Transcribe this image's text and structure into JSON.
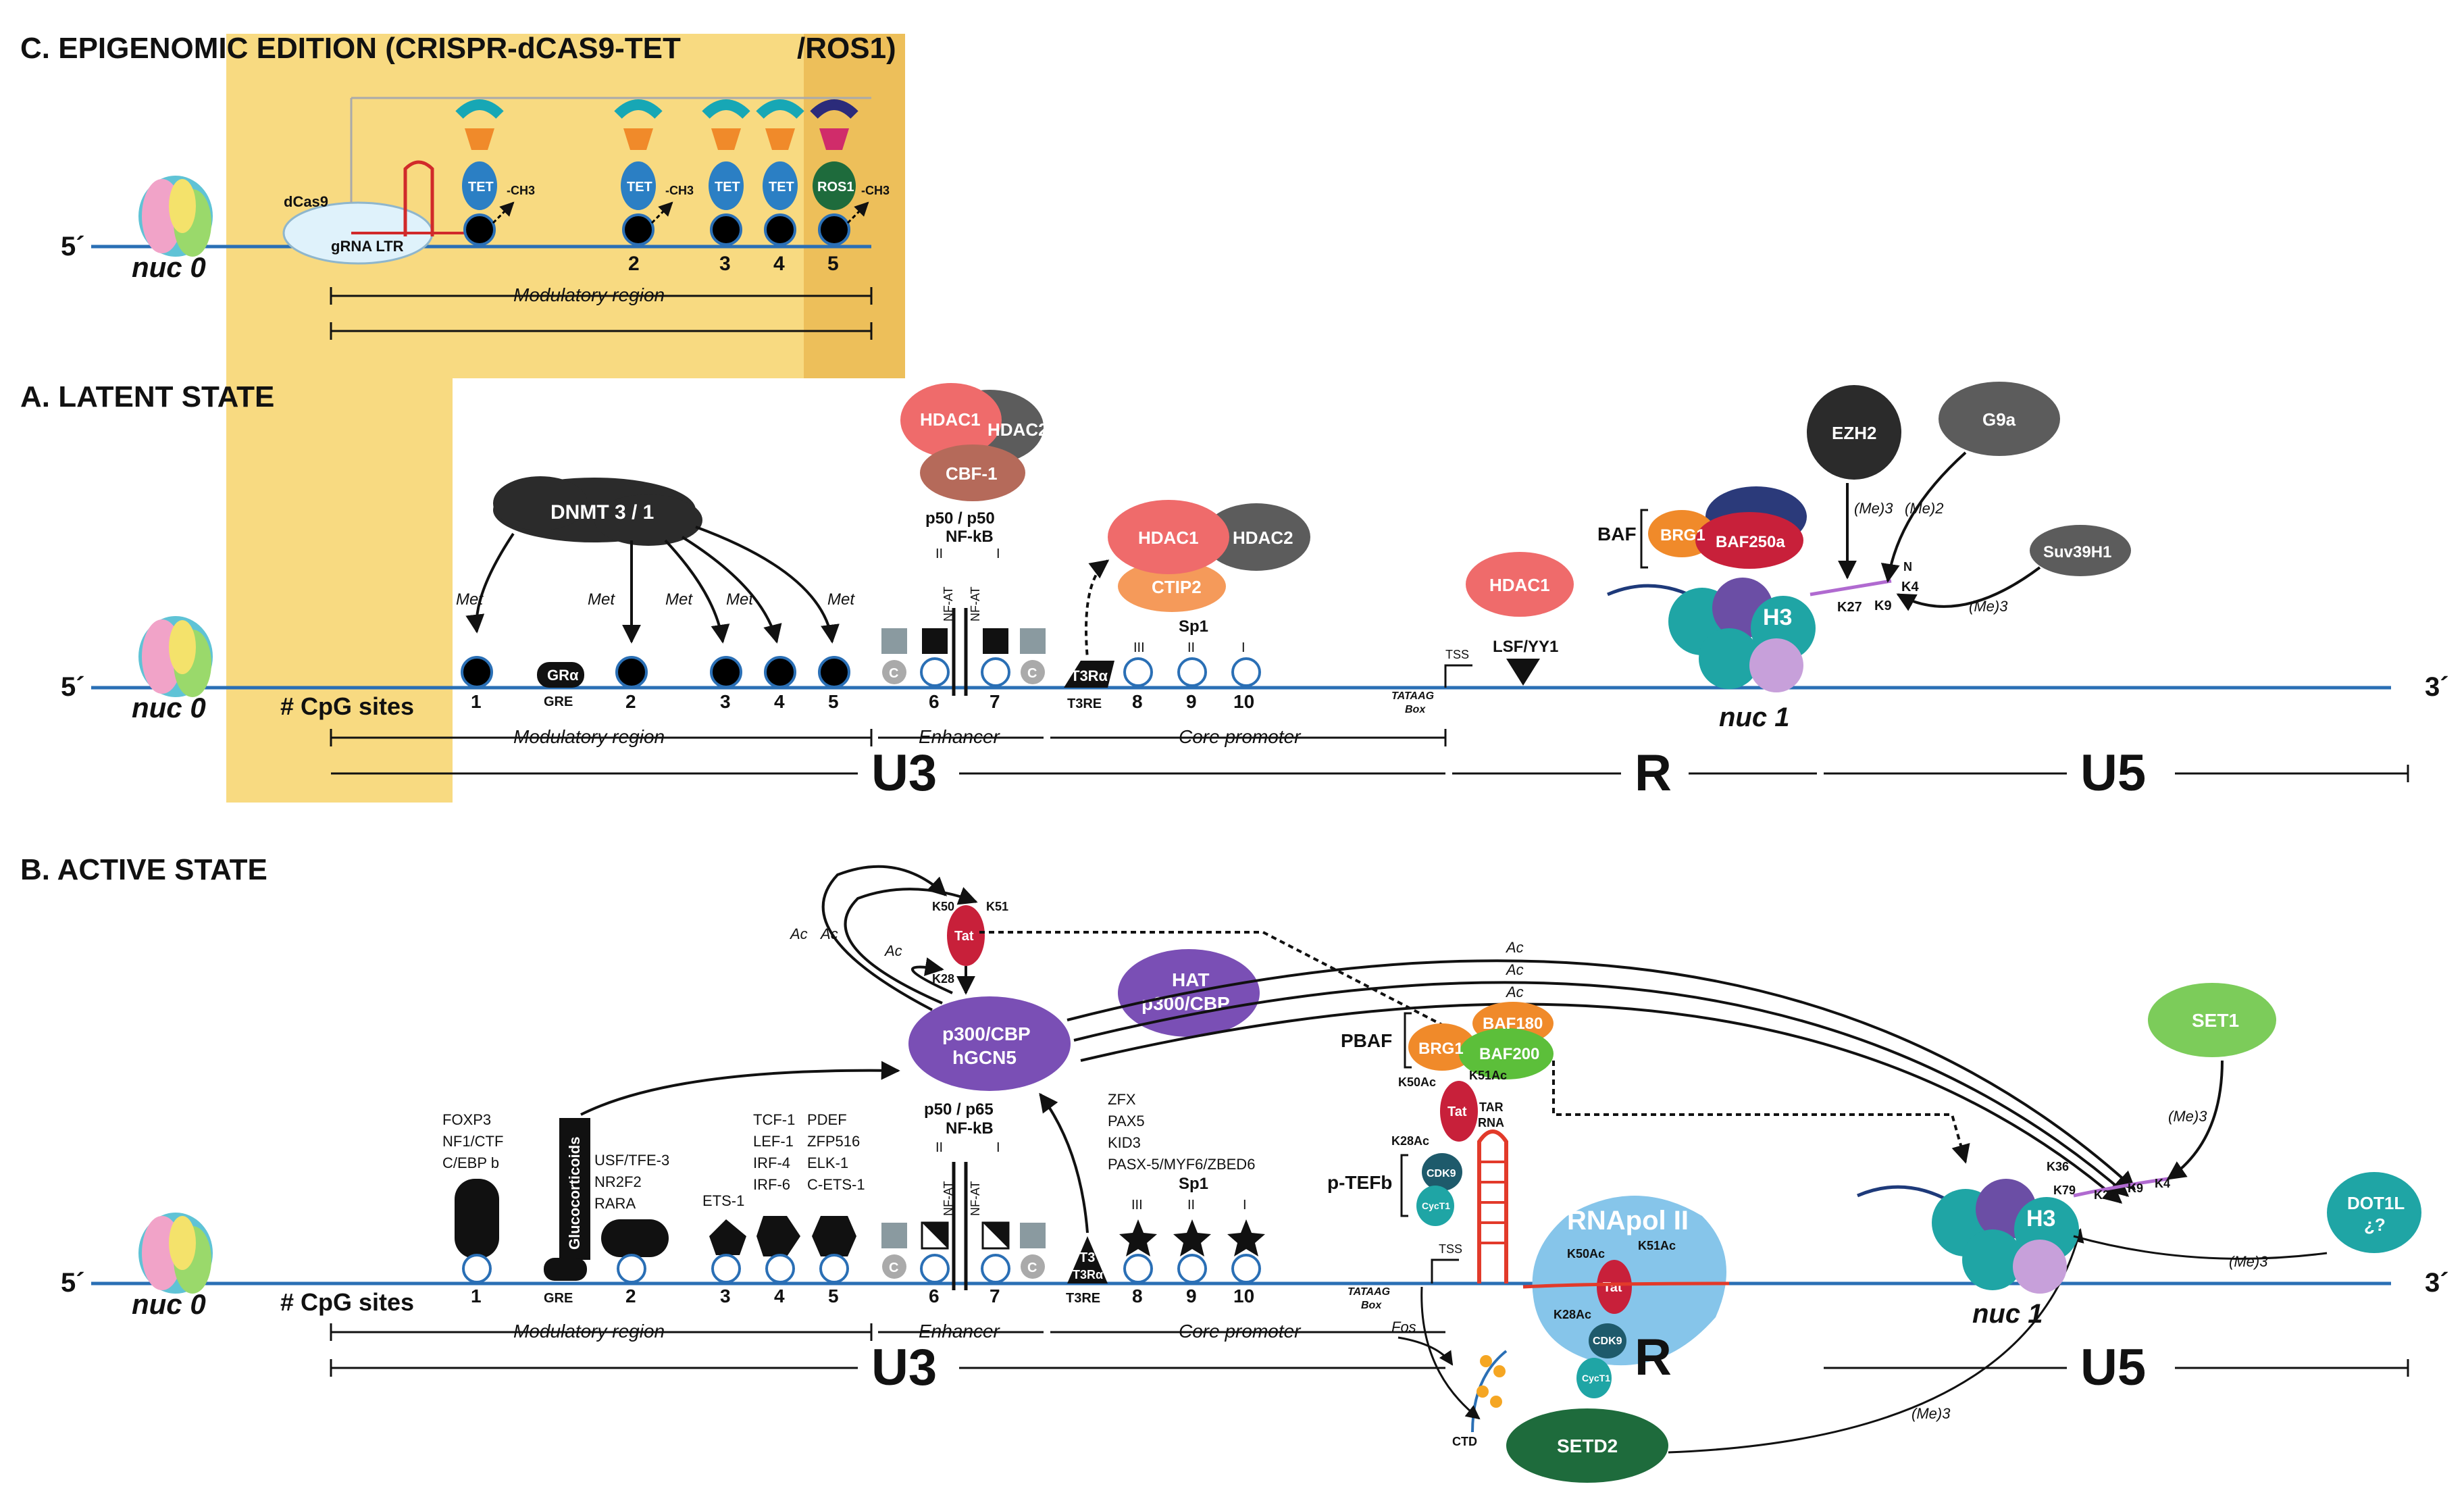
{
  "titles": {
    "c": "C. EPIGENOMIC EDITION (CRISPR-dCAS9-TET",
    "c2": "/ROS1)",
    "a": "A. LATENT STATE",
    "b": "B. ACTIVE STATE"
  },
  "ends": {
    "five": "5´",
    "three": "3´",
    "nuc0": "nuc 0",
    "nuc1": "nuc 1"
  },
  "regions": {
    "modulatory": "Modulatory region",
    "enhancer": "Enhancer",
    "core": "Core promoter",
    "u3": "U3",
    "r": "R",
    "u5": "U5",
    "cpg": "# CpG sites"
  },
  "sites": [
    "1",
    "2",
    "3",
    "4",
    "5",
    "6",
    "7",
    "8",
    "9",
    "10"
  ],
  "roman": {
    "ii": "II",
    "i": "I",
    "iii": "III"
  },
  "c_panel": {
    "dcas9": "dCas9",
    "grna": "gRNA LTR",
    "tet": "TET",
    "ros1": "ROS1",
    "ch3": "-CH3"
  },
  "a_panel": {
    "dnmt": "DNMT 3 / 1",
    "met": "Met",
    "gra": "GRα",
    "gre": "GRE",
    "hdac1": "HDAC1",
    "hdac2": "HDAC2",
    "cbf1": "CBF-1",
    "p50p50": "p50  /  p50",
    "nfkb": "NF-kB",
    "nfat": "NF-AT",
    "ctip2": "CTIP2",
    "sp1": "Sp1",
    "t3ra": "T3Rα",
    "t3re": "T3RE",
    "c": "C",
    "tss": "TSS",
    "lsf": "LSF/YY1",
    "tataag": "TATAAG",
    "box": "Box",
    "baf": "BAF",
    "brg1": "BRG1",
    "baf250": "BAF250a",
    "ezh2": "EZH2",
    "g9a": "G9a",
    "suv": "Suv39H1",
    "me3": "(Me)3",
    "me2": "(Me)2",
    "k27": "K27",
    "k9": "K9",
    "k4": "K4",
    "n": "N",
    "h3": "H3"
  },
  "b_panel": {
    "tat": "Tat",
    "k50": "K50",
    "k51": "K51",
    "k28": "K28",
    "ac": "Ac",
    "hat": "HAT",
    "p300cbp": "p300/CBP",
    "hgcn5": "hGCN5",
    "p50p65": "p50  /  p65",
    "nfkb": "NF-kB",
    "left_tfs": [
      "FOXP3",
      "NF1/CTF",
      "C/EBP b"
    ],
    "gluco": "Glucocorticoids",
    "usf": [
      "USF/TFE-3",
      "NR2F2",
      "RARA"
    ],
    "ets1": "ETS-1",
    "tcf": [
      "TCF-1",
      "LEF-1",
      "IRF-4",
      "IRF-6"
    ],
    "pdef": [
      "PDEF",
      "ZFP516",
      "ELK-1",
      "C-ETS-1"
    ],
    "zfx": [
      "ZFX",
      "PAX5",
      "KID3",
      "PASX-5/MYF6/ZBED6"
    ],
    "sp1": "Sp1",
    "t3": "T3",
    "t3ra": "T3Rα",
    "t3re": "T3RE",
    "pbaf": "PBAF",
    "brg1": "BRG1",
    "baf180": "BAF180",
    "baf200": "BAF200",
    "k50ac": "K50Ac",
    "k51ac": "K51Ac",
    "k28ac": "K28Ac",
    "tar": "TAR",
    "rna": "RNA",
    "ptefb": "p-TEFb",
    "cdk9": "CDK9",
    "cyct1": "CycT1",
    "rnapol": "RNApol II",
    "fos": "Fos",
    "ctd": "CTD",
    "setd2": "SETD2",
    "set1": "SET1",
    "dot1l": "DOT1L",
    "dot1l_q": "¿?",
    "k36": "K36",
    "k79": "K79"
  },
  "colors": {
    "highlight": "#f2c94c",
    "dna": "#2a6fb5",
    "hdac1": "#ef6b6b",
    "hdac2": "#5c5c5c",
    "dnmt": "#2b2b2b",
    "tat": "#c8203a",
    "hat": "#7a4fb5",
    "set": "#7ccc5a",
    "setd2": "#1e6b3c",
    "teal": "#1fa5a5",
    "rnapol": "#86c5ea"
  }
}
